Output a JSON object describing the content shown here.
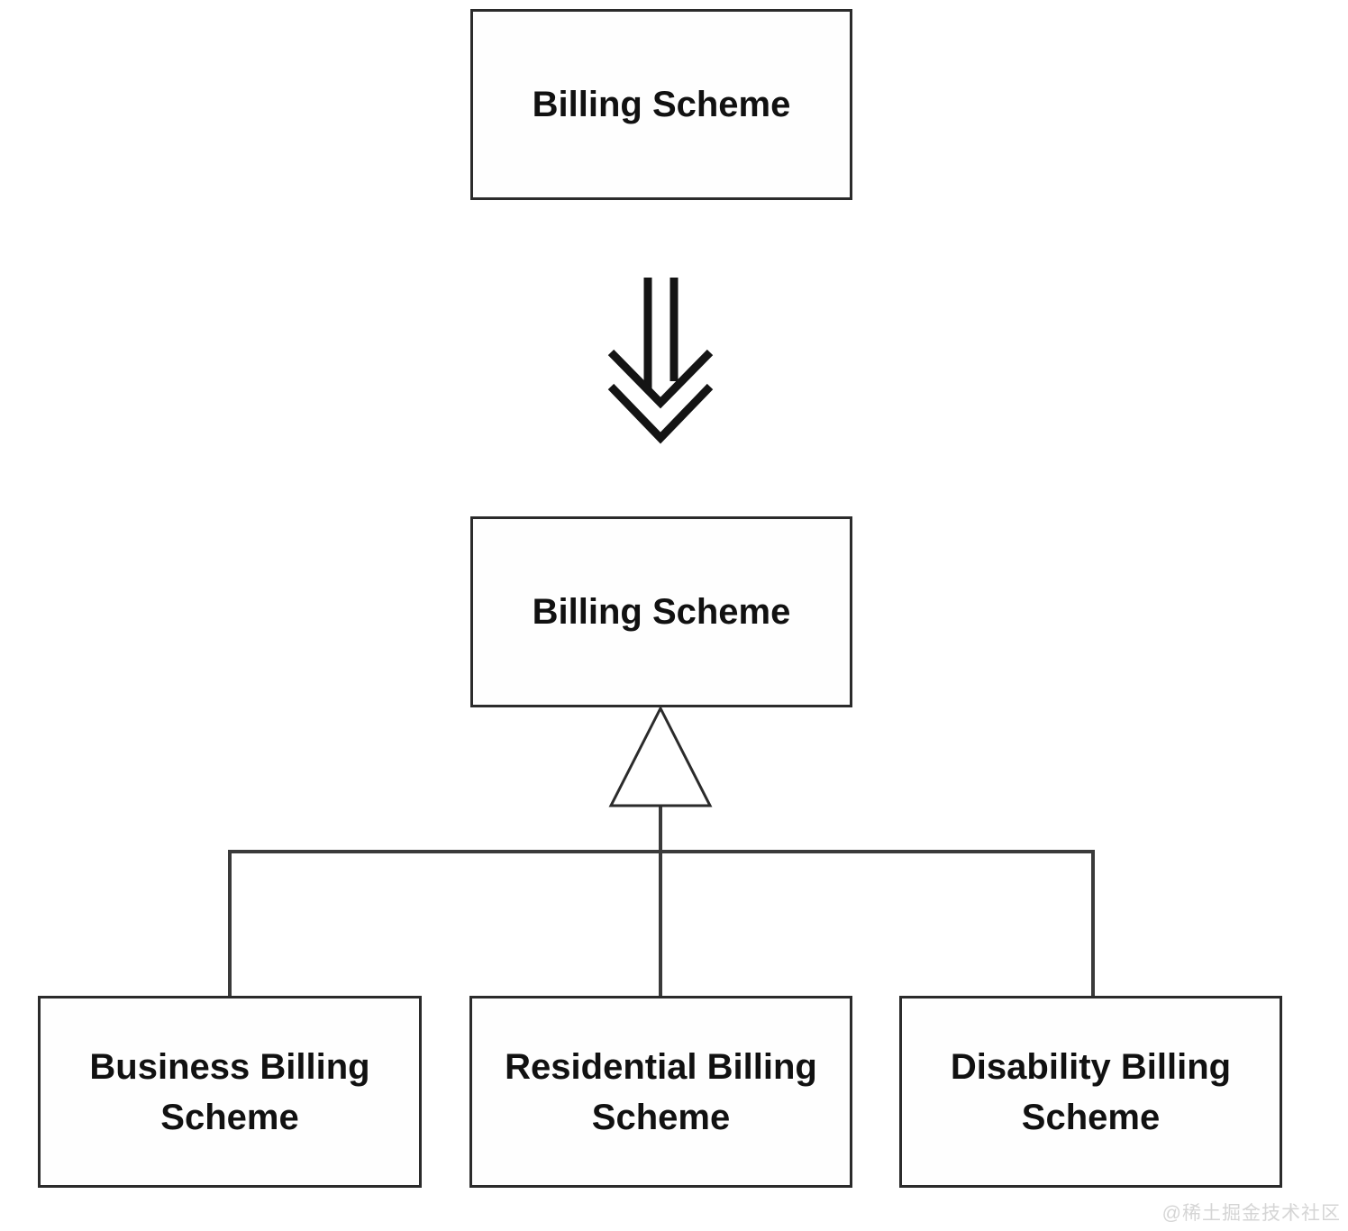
{
  "nodes": {
    "top": {
      "label": "Billing Scheme"
    },
    "parent": {
      "label": "Billing Scheme"
    },
    "children": [
      {
        "label": "Business Billing Scheme"
      },
      {
        "label": "Residential Billing Scheme"
      },
      {
        "label": "Disability Billing Scheme"
      }
    ]
  },
  "icons": {
    "transform_arrow": "double-chevron-down-arrow",
    "generalization": "hollow-triangle-up"
  },
  "colors": {
    "line": "#2b2b2b",
    "background": "#ffffff",
    "text": "#111111",
    "watermark": "#d5d5d5"
  },
  "watermark": {
    "text": "@稀土掘金技术社区"
  }
}
